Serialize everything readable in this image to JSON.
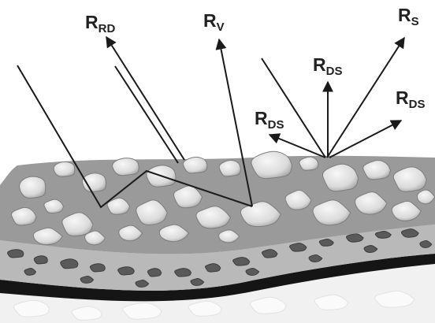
{
  "labels": {
    "r_rd": {
      "main": "R",
      "sub": "RD"
    },
    "r_v": {
      "main": "R",
      "sub": "V"
    },
    "r_s": {
      "main": "R",
      "sub": "S"
    },
    "r_ds_top": {
      "main": "R",
      "sub": "DS"
    },
    "r_ds_left": {
      "main": "R",
      "sub": "DS"
    },
    "r_ds_right": {
      "main": "R",
      "sub": "DS"
    }
  },
  "colors": {
    "ray": "#1a1a1a",
    "surface_layer": "#9a9a9a",
    "stone_fill": "#e4e4e4",
    "binder_layer": "#b9b9b9",
    "dark_stone": "#5a5a5a",
    "bitumen": "#151515",
    "subgrade": "#f1f1f1"
  }
}
